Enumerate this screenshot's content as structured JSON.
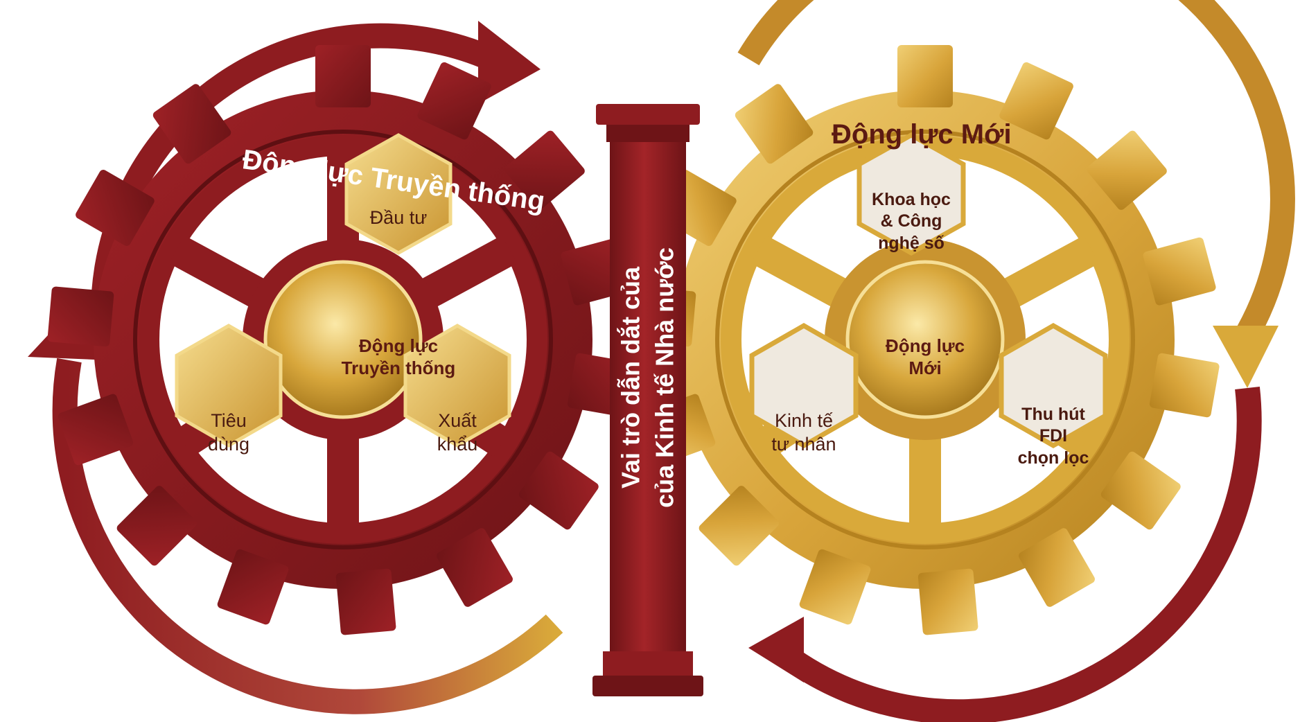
{
  "left_gear": {
    "title": "Động lực Truyền thống",
    "hub": "Động lực\nTruyền thống",
    "hexes": [
      "Đầu tư",
      "Tiêu\ndùng",
      "Xuất\nkhẩu"
    ]
  },
  "right_gear": {
    "title": "Động lực Mới",
    "hub": "Động lực\nMới",
    "hexes": [
      "Khoa học\n& Công\nnghệ số",
      "Kinh tế\ntư nhân",
      "Thu hút\nFDI\nchọn lọc"
    ]
  },
  "pillar": {
    "text": "Vai trò dẫn dắt của\ncủa Kinh tế Nhà nước"
  },
  "colors": {
    "maroon": "#8e1c20",
    "maroon_dark": "#5e0f12",
    "gold": "#d9a93a",
    "gold_light": "#f3d98a",
    "cream": "#efe9df"
  }
}
